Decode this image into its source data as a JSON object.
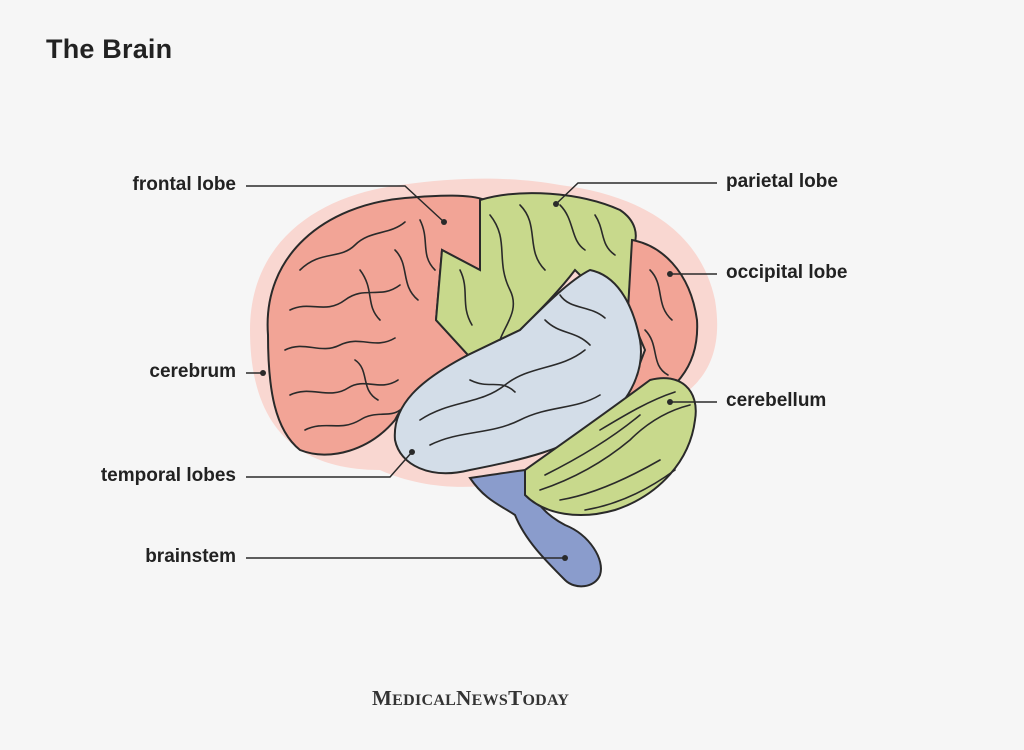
{
  "title": "The Brain",
  "labels": {
    "frontal_lobe": "frontal lobe",
    "cerebrum": "cerebrum",
    "temporal_lobes": "temporal lobes",
    "brainstem": "brainstem",
    "parietal_lobe": "parietal lobe",
    "occipital_lobe": "occipital lobe",
    "cerebellum": "cerebellum"
  },
  "logo": {
    "m": "M",
    "edical": "EDICAL",
    "n": "N",
    "ews": "EWS",
    "t": "T",
    "oday": "ODAY"
  },
  "colors": {
    "background": "#f6f6f6",
    "halo": "#f9d7d1",
    "frontal": "#f2a496",
    "parietal": "#c8d98c",
    "temporal": "#d3dde8",
    "cerebellum": "#c8d98c",
    "brainstem": "#8a9ccc",
    "outline": "#2a2a2a"
  }
}
